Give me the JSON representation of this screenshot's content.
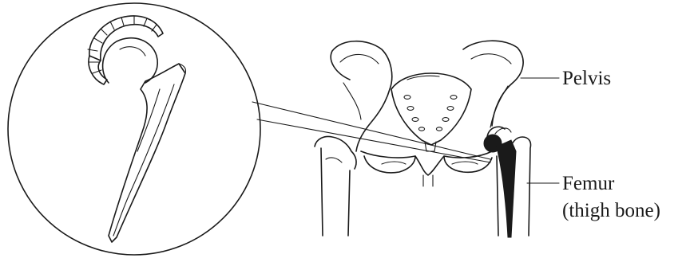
{
  "labels": {
    "pelvis": "Pelvis",
    "femur": "Femur",
    "femur_note": "(thigh bone)"
  },
  "colors": {
    "ink": "#1a1a1a",
    "background": "#ffffff"
  }
}
